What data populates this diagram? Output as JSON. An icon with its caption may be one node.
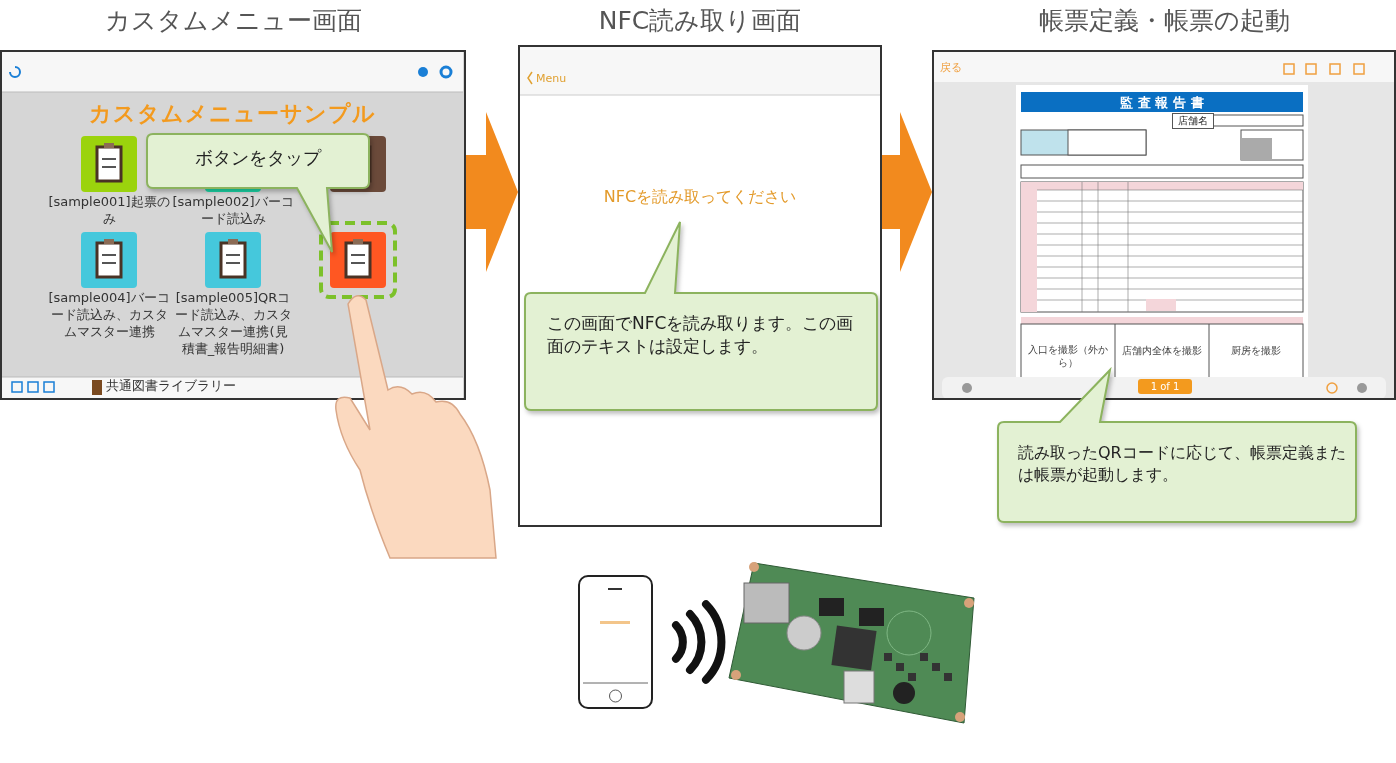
{
  "diagram": {
    "nodes": [
      {
        "text": [
          "カスタムメニュー画面"
        ]
      },
      {
        "text": [
          "ボタンをタップ"
        ],
        "in": 0
      },
      {
        "text": [
          "NFC読み取り画面"
        ]
      },
      {
        "text": [
          "この画面でNFCを読み取ります。この画面のテキストは設定します。"
        ],
        "in": 2
      },
      {
        "text": [
          "帳票定義・帳票の起動"
        ]
      },
      {
        "text": [
          "読み取ったQRコードに応じて、帳票定義または帳票が起動します。"
        ]
      },
      {
        "text": [],
        "shape": "picture"
      },
      {
        "text": [],
        "shape": "picture"
      }
    ],
    "edges": [
      {
        "from": 0,
        "to": 2,
        "arrow": "to"
      },
      {
        "from": 2,
        "to": 4,
        "arrow": "to"
      }
    ],
    "labels": [
      "カスタムメニューサンプル",
      "[sample001]起票のみ",
      "[sample002]バーコード読込み",
      "[sample004]バーコード読込み、カスタムマスター連携",
      "[sample005]QRコード読込み、カスタムマスター連携(見積書_報告明細書)",
      "共通図書ライブラリー",
      "Menu",
      "NFCを読み取ってください",
      "戻る",
      "監 査 報 告 書",
      "店舗名",
      "入口を撮影（外から）",
      "店舗内全体を撮影",
      "厨房を撮影",
      "1 of 1"
    ]
  }
}
